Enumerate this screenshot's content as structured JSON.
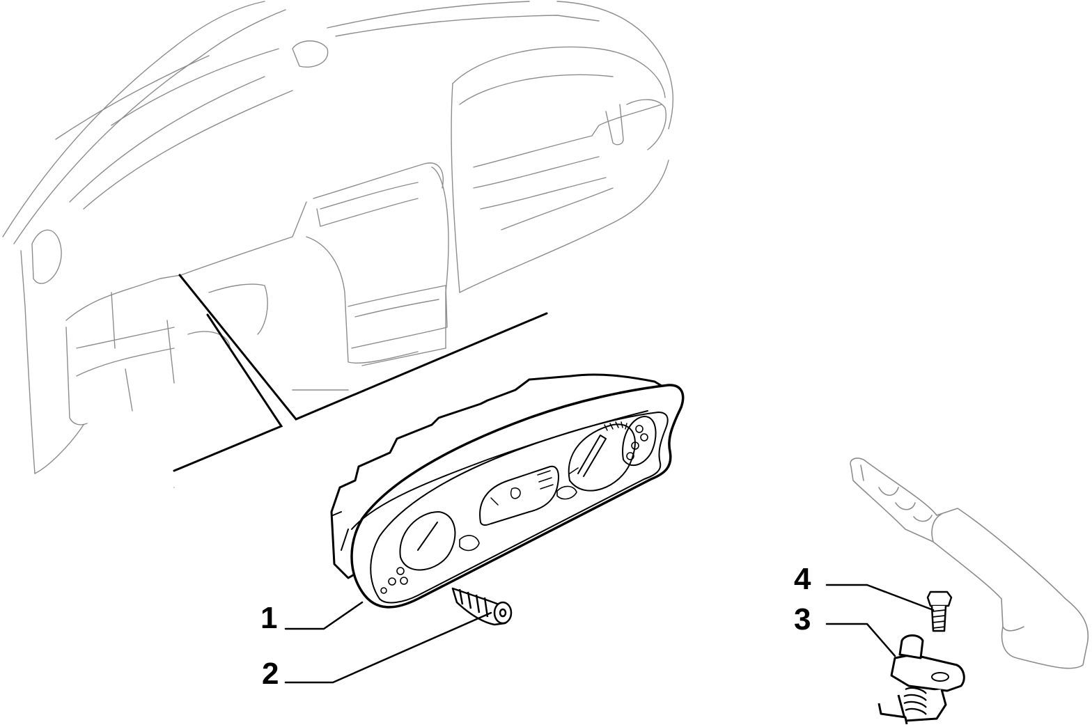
{
  "callouts": [
    {
      "id": "1",
      "label": "1"
    },
    {
      "id": "2",
      "label": "2"
    },
    {
      "id": "3",
      "label": "3"
    },
    {
      "id": "4",
      "label": "4"
    }
  ],
  "colors": {
    "dashboard_ghost": "#8c8c8c",
    "part_line": "#000000",
    "background": "#ffffff"
  }
}
